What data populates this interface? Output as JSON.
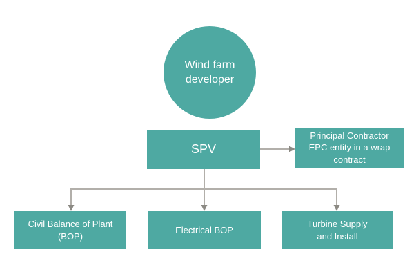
{
  "colors": {
    "background": "#ffffff",
    "node_fill": "#4ea9a2",
    "node_text": "#ffffff",
    "connector": "#b2afaa",
    "arrowhead": "#8c8a84"
  },
  "nodes": [
    {
      "id": "wind-farm-developer",
      "shape": "circle",
      "label": "Wind farm\ndeveloper"
    },
    {
      "id": "spv",
      "shape": "rectangle",
      "label": "SPV"
    },
    {
      "id": "principal-contractor-epc",
      "shape": "rectangle",
      "label": "Principal Contractor\nEPC entity in a wrap\ncontract"
    },
    {
      "id": "civil-bop",
      "shape": "rectangle",
      "label": "Civil Balance of Plant\n(BOP)"
    },
    {
      "id": "electrical-bop",
      "shape": "rectangle",
      "label": "Electrical BOP"
    },
    {
      "id": "turbine-supply-install",
      "shape": "rectangle",
      "label": "Turbine Supply\nand Install"
    }
  ],
  "edges": [
    {
      "from": "spv",
      "to": "principal-contractor-epc",
      "style": "arrow-right"
    },
    {
      "from": "spv",
      "to": "civil-bop",
      "style": "arrow-down"
    },
    {
      "from": "spv",
      "to": "electrical-bop",
      "style": "arrow-down"
    },
    {
      "from": "spv",
      "to": "turbine-supply-install",
      "style": "arrow-down"
    }
  ]
}
